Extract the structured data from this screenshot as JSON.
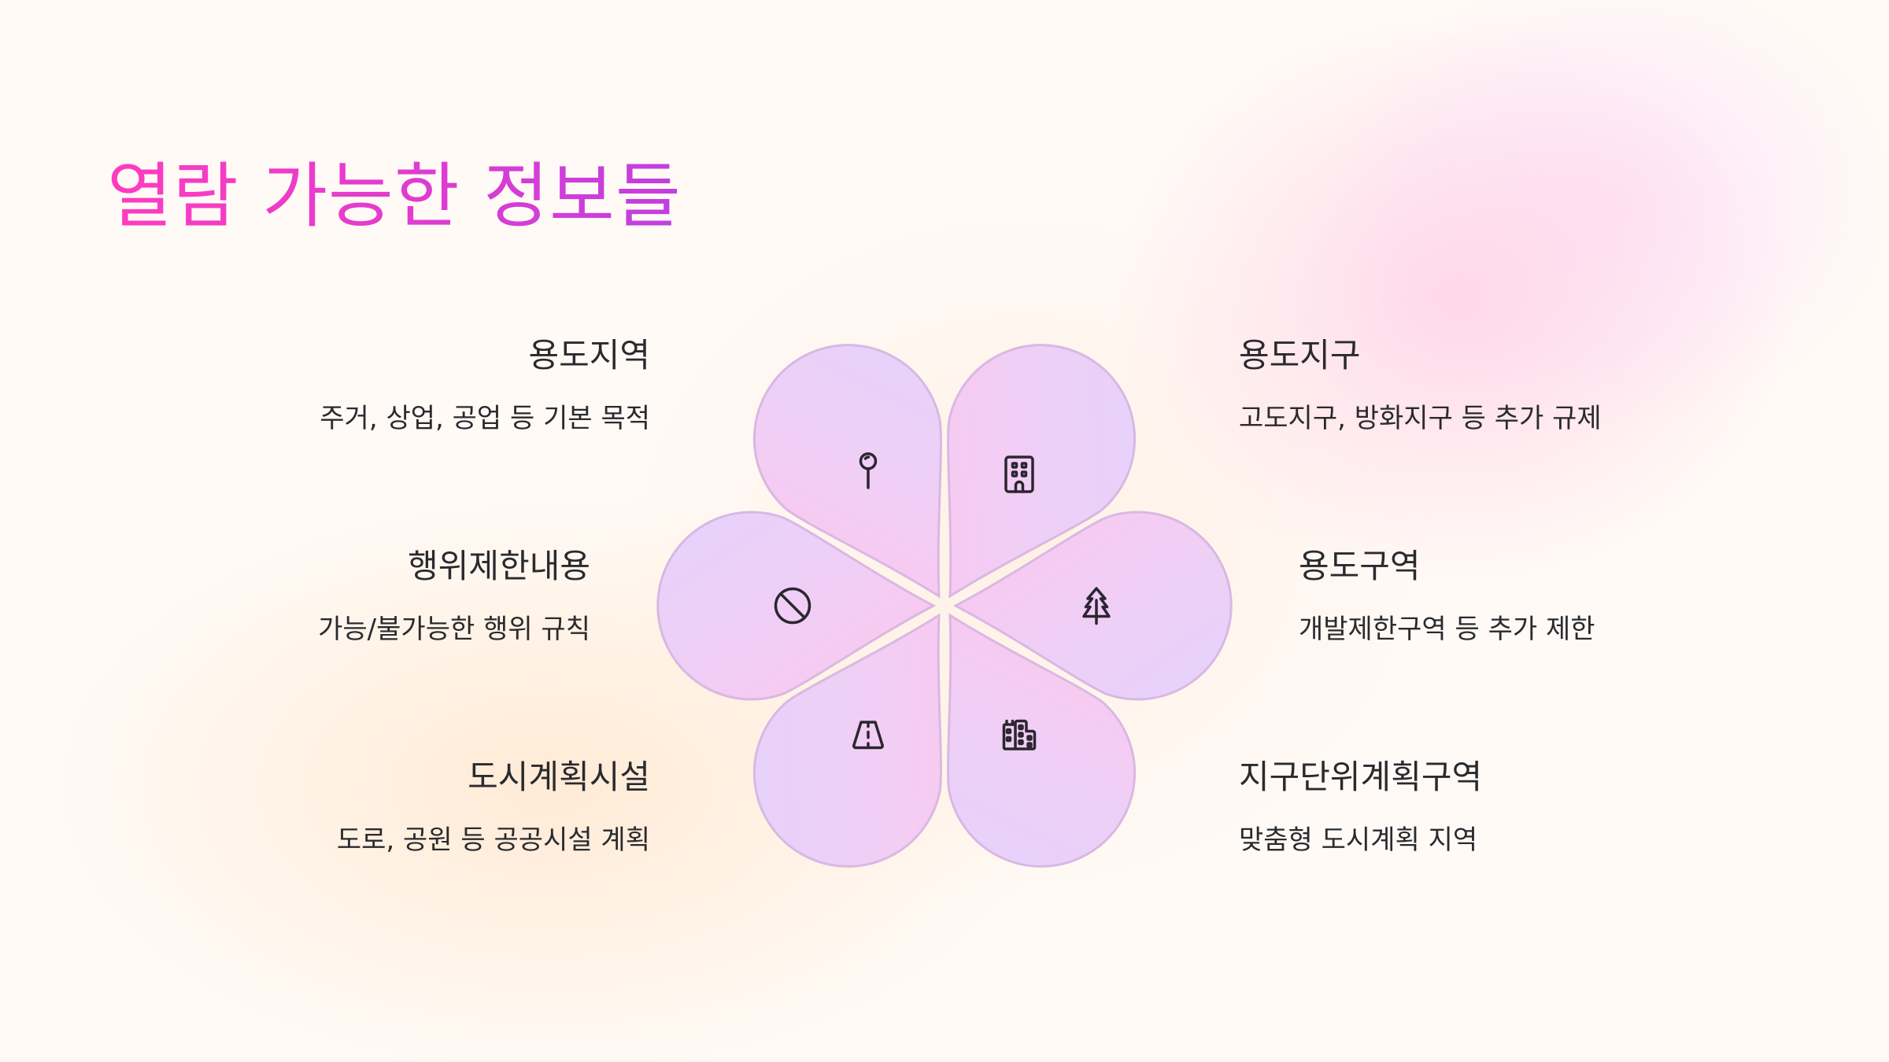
{
  "title": "열람 가능한 정보들",
  "colors": {
    "title_gradient_start": "#ff3cbf",
    "title_gradient_end": "#c13fe0",
    "petal_pink": "#fdc9ef",
    "petal_lavender": "#e7d1fb",
    "petal_border": "#d9b8e2",
    "text": "#2a2a2e",
    "icon_stroke": "#2b2630"
  },
  "items": [
    {
      "heading": "용도지역",
      "description": "주거, 상업, 공업 등 기본 목적",
      "icon": "pin-icon",
      "side": "left",
      "position": "top-left"
    },
    {
      "heading": "용도지구",
      "description": "고도지구, 방화지구 등 추가 규제",
      "icon": "building-icon",
      "side": "right",
      "position": "top-right"
    },
    {
      "heading": "행위제한내용",
      "description": "가능/불가능한 행위 규칙",
      "icon": "prohibited-icon",
      "side": "left",
      "position": "middle-left"
    },
    {
      "heading": "용도구역",
      "description": "개발제한구역 등 추가 제한",
      "icon": "tree-icon",
      "side": "right",
      "position": "middle-right"
    },
    {
      "heading": "도시계획시설",
      "description": "도로, 공원 등 공공시설 계획",
      "icon": "road-icon",
      "side": "left",
      "position": "bottom-left"
    },
    {
      "heading": "지구단위계획구역",
      "description": "맞춤형 도시계획 지역",
      "icon": "city-buildings-icon",
      "side": "right",
      "position": "bottom-right"
    }
  ]
}
